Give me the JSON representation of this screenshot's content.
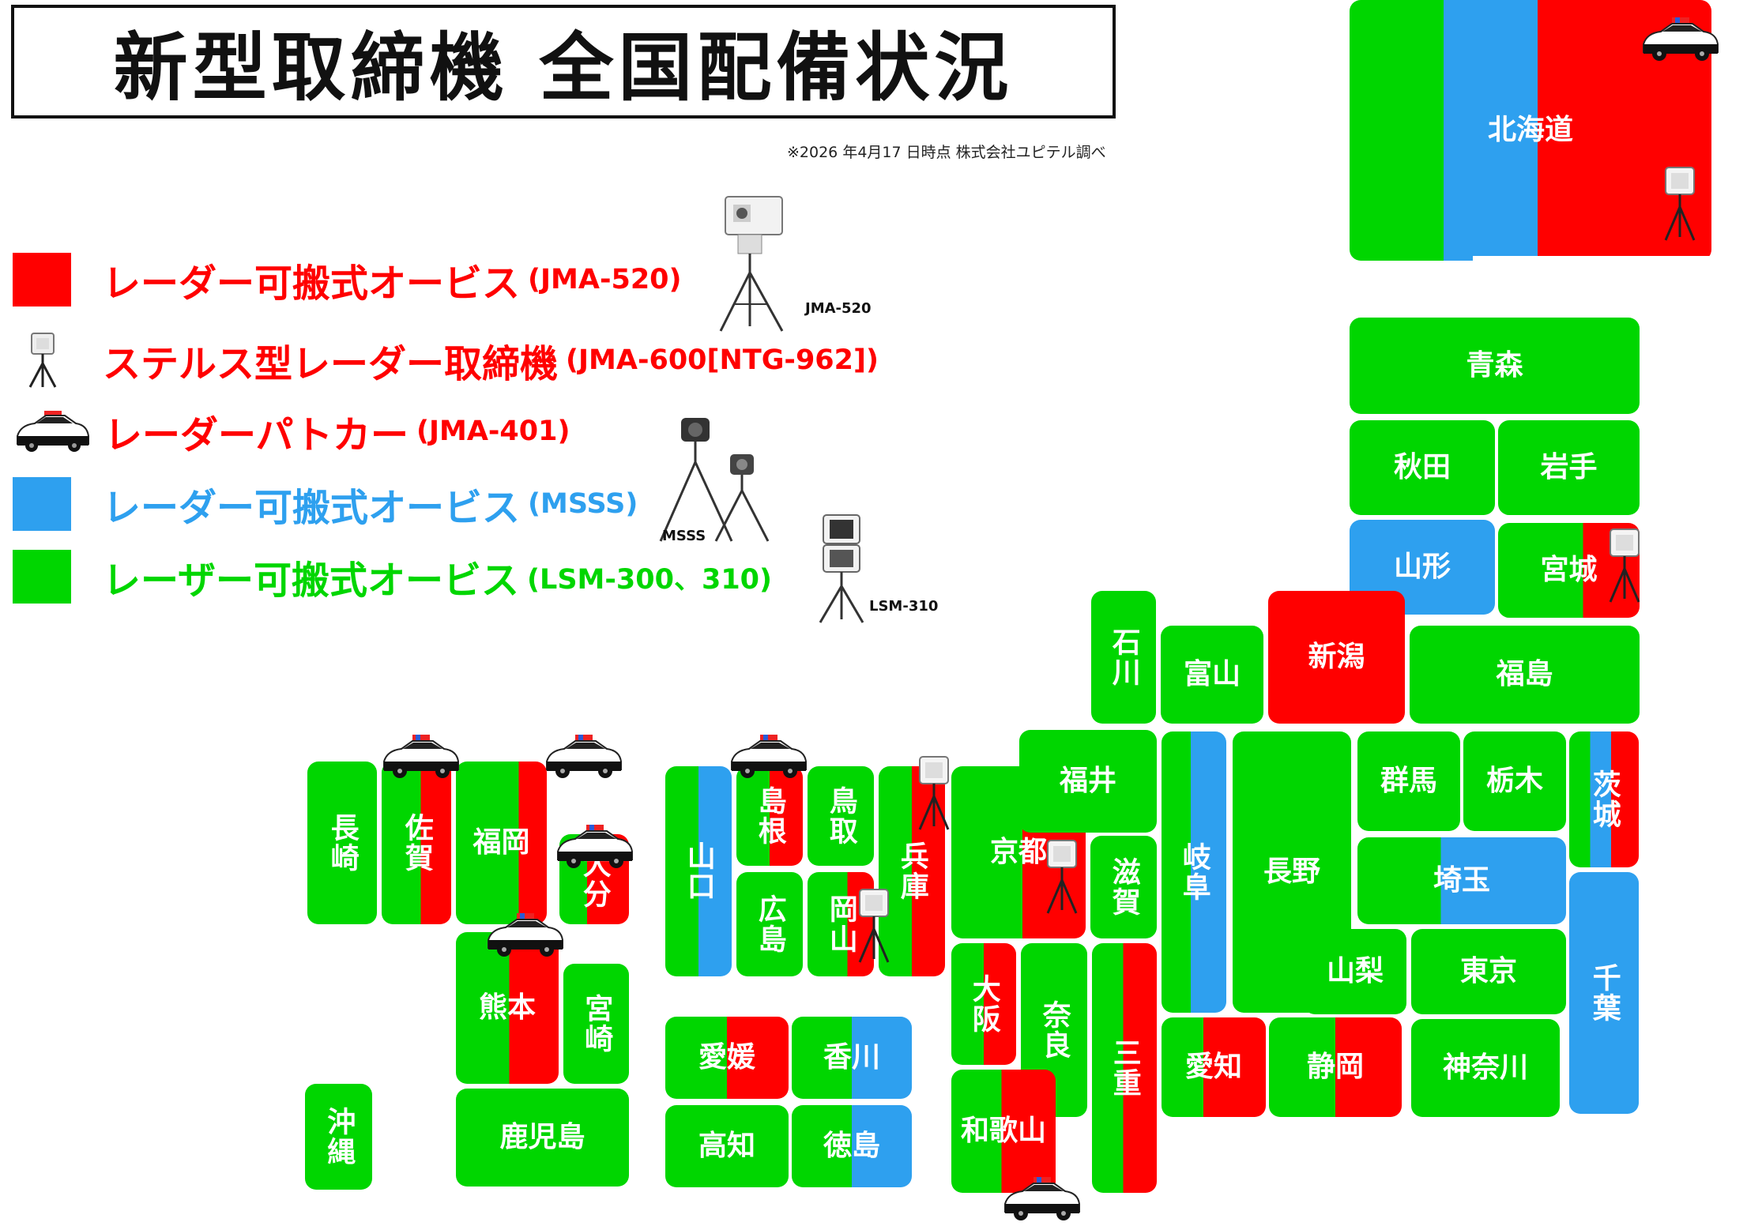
{
  "header": {
    "title": "新型取締機 全国配備状況",
    "note": "※2026 年4月17 日時点 株式会社ユピテル調べ"
  },
  "colors": {
    "red": "#ff0000",
    "blue": "#2ea0ef",
    "green": "#00d600",
    "text_white": "#ffffff"
  },
  "legend": [
    {
      "label": "レーダー可搬式オービス",
      "model": "(JMA-520)",
      "symbol": "red-swatch",
      "color": "#ff0000"
    },
    {
      "label": "ステルス型レーダー取締機",
      "model": "(JMA-600[NTG-962])",
      "symbol": "tripod-sensor-icon",
      "color": "#ff0000"
    },
    {
      "label": "レーダーパトカー",
      "model": "(JMA-401)",
      "symbol": "police-car-icon",
      "color": "#ff0000"
    },
    {
      "label": "レーダー可搬式オービス",
      "model": "(MSSS)",
      "symbol": "blue-swatch",
      "color": "#2ea0ef"
    },
    {
      "label": "レーザー可搬式オービス",
      "model": "(LSM-300、310)",
      "symbol": "green-swatch",
      "color": "#00d600"
    }
  ],
  "devices": {
    "jma520": "JMA-520",
    "msss": "MSSS",
    "lsm310": "LSM-310"
  },
  "prefectures": [
    {
      "name": "北海道",
      "types": [
        "LSM",
        "MSSS",
        "JMA-520"
      ],
      "markers": [
        "police-car",
        "stealth-sensor"
      ]
    },
    {
      "name": "青森",
      "types": [
        "LSM"
      ],
      "markers": []
    },
    {
      "name": "秋田",
      "types": [
        "LSM"
      ],
      "markers": []
    },
    {
      "name": "岩手",
      "types": [
        "LSM"
      ],
      "markers": []
    },
    {
      "name": "山形",
      "types": [
        "MSSS"
      ],
      "markers": []
    },
    {
      "name": "宮城",
      "types": [
        "LSM",
        "JMA-520"
      ],
      "markers": [
        "stealth-sensor"
      ]
    },
    {
      "name": "石川",
      "types": [
        "LSM"
      ],
      "markers": []
    },
    {
      "name": "富山",
      "types": [
        "LSM"
      ],
      "markers": []
    },
    {
      "name": "新潟",
      "types": [
        "JMA-520"
      ],
      "markers": []
    },
    {
      "name": "福島",
      "types": [
        "LSM"
      ],
      "markers": []
    },
    {
      "name": "長崎",
      "types": [
        "LSM"
      ],
      "markers": []
    },
    {
      "name": "佐賀",
      "types": [
        "LSM",
        "JMA-520"
      ],
      "markers": [
        "police-car"
      ]
    },
    {
      "name": "福岡",
      "types": [
        "LSM",
        "JMA-520"
      ],
      "markers": [
        "police-car"
      ]
    },
    {
      "name": "大分",
      "types": [
        "LSM",
        "JMA-520"
      ],
      "markers": [
        "police-car"
      ]
    },
    {
      "name": "熊本",
      "types": [
        "LSM",
        "JMA-520"
      ],
      "markers": [
        "police-car"
      ]
    },
    {
      "name": "宮崎",
      "types": [
        "LSM"
      ],
      "markers": []
    },
    {
      "name": "鹿児島",
      "types": [
        "LSM"
      ],
      "markers": []
    },
    {
      "name": "沖縄",
      "types": [
        "LSM"
      ],
      "markers": []
    },
    {
      "name": "山口",
      "types": [
        "LSM",
        "MSSS"
      ],
      "markers": []
    },
    {
      "name": "島根",
      "types": [
        "LSM",
        "JMA-520"
      ],
      "markers": [
        "police-car"
      ]
    },
    {
      "name": "鳥取",
      "types": [
        "LSM"
      ],
      "markers": []
    },
    {
      "name": "広島",
      "types": [
        "LSM"
      ],
      "markers": []
    },
    {
      "name": "岡山",
      "types": [
        "LSM",
        "JMA-520"
      ],
      "markers": [
        "stealth-sensor"
      ]
    },
    {
      "name": "兵庫",
      "types": [
        "LSM",
        "JMA-520"
      ],
      "markers": [
        "stealth-sensor"
      ]
    },
    {
      "name": "愛媛",
      "types": [
        "LSM",
        "JMA-520"
      ],
      "markers": []
    },
    {
      "name": "香川",
      "types": [
        "LSM",
        "MSSS"
      ],
      "markers": []
    },
    {
      "name": "高知",
      "types": [
        "LSM"
      ],
      "markers": []
    },
    {
      "name": "徳島",
      "types": [
        "LSM",
        "MSSS"
      ],
      "markers": []
    },
    {
      "name": "京都",
      "types": [
        "LSM",
        "JMA-520"
      ],
      "markers": [
        "stealth-sensor"
      ]
    },
    {
      "name": "福井",
      "types": [
        "LSM"
      ],
      "markers": []
    },
    {
      "name": "滋賀",
      "types": [
        "LSM"
      ],
      "markers": []
    },
    {
      "name": "大阪",
      "types": [
        "LSM",
        "JMA-520"
      ],
      "markers": []
    },
    {
      "name": "奈良",
      "types": [
        "LSM"
      ],
      "markers": []
    },
    {
      "name": "和歌山",
      "types": [
        "LSM",
        "JMA-520"
      ],
      "markers": [
        "police-car"
      ]
    },
    {
      "name": "三重",
      "types": [
        "LSM",
        "JMA-520"
      ],
      "markers": []
    },
    {
      "name": "岐阜",
      "types": [
        "LSM",
        "MSSS"
      ],
      "markers": []
    },
    {
      "name": "愛知",
      "types": [
        "LSM",
        "JMA-520"
      ],
      "markers": []
    },
    {
      "name": "長野",
      "types": [
        "LSM"
      ],
      "markers": []
    },
    {
      "name": "静岡",
      "types": [
        "LSM",
        "JMA-520"
      ],
      "markers": []
    },
    {
      "name": "群馬",
      "types": [
        "LSM"
      ],
      "markers": []
    },
    {
      "name": "栃木",
      "types": [
        "LSM"
      ],
      "markers": []
    },
    {
      "name": "茨城",
      "types": [
        "LSM",
        "MSSS",
        "JMA-520"
      ],
      "markers": []
    },
    {
      "name": "埼玉",
      "types": [
        "LSM",
        "MSSS"
      ],
      "markers": []
    },
    {
      "name": "山梨",
      "types": [
        "LSM"
      ],
      "markers": []
    },
    {
      "name": "東京",
      "types": [
        "LSM"
      ],
      "markers": []
    },
    {
      "name": "神奈川",
      "types": [
        "LSM"
      ],
      "markers": []
    },
    {
      "name": "千葉",
      "types": [
        "MSSS"
      ],
      "markers": []
    }
  ]
}
